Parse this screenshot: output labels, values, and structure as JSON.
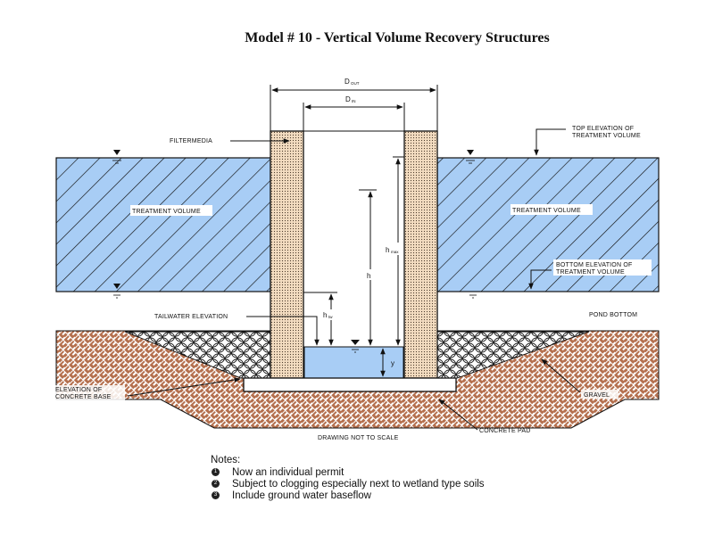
{
  "title": "Model # 10 - Vertical Volume Recovery Structures",
  "dimensions": {
    "d_out": {
      "symbol": "D",
      "subscript": "OUT"
    },
    "d_in": {
      "symbol": "D",
      "subscript": "IN"
    },
    "h_max": {
      "symbol": "h",
      "subscript": "max"
    },
    "h": {
      "symbol": "h"
    },
    "h_tailwater": {
      "symbol": "h",
      "subscript": "tw"
    },
    "y": {
      "symbol": "y"
    }
  },
  "labels": {
    "filter_media": "FILTERMEDIA",
    "top_elevation_line1": "TOP ELEVATION OF",
    "top_elevation_line2": "TREATMENT VOLUME",
    "treatment_volume_left": "TREATMENT VOLUME",
    "treatment_volume_right": "TREATMENT VOLUME",
    "bottom_elevation_line1": "BOTTOM ELEVATION OF",
    "bottom_elevation_line2": "TREATMENT VOLUME",
    "tailwater_elevation": "TAILWATER ELEVATION",
    "pond_bottom": "POND BOTTOM",
    "concrete_base_line1": "ELEVATION OF",
    "concrete_base_line2": "CONCRETE BASE",
    "gravel": "GRAVEL",
    "concrete_pad": "CONCRETE PAD",
    "not_to_scale": "DRAWING NOT TO SCALE"
  },
  "notes": {
    "heading": "Notes:",
    "items": [
      {
        "marker": "1",
        "text": "Now an individual permit"
      },
      {
        "marker": "2",
        "text": "Subject to clogging especially next to wetland type soils"
      },
      {
        "marker": "3",
        "text": "Include ground water baseflow"
      }
    ]
  },
  "colors": {
    "treatment_fill": "#a8cdf5",
    "water_fill": "#a8cdf5",
    "filter_fill": "#f3dcc0",
    "soil": "#b5704e"
  }
}
